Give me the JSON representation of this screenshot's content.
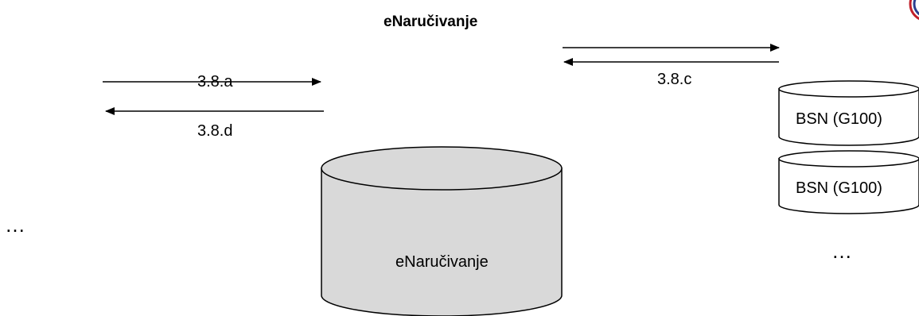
{
  "title": "eNaručivanje",
  "arrows": {
    "a": "3.8.a",
    "d": "3.8.d",
    "c": "3.8.c"
  },
  "database": {
    "label": "eNaručivanje",
    "fill": "#d9d9d9"
  },
  "external_systems": [
    {
      "label": "BSN (G100)"
    },
    {
      "label": "BSN (G100)"
    }
  ],
  "ellipsis_left": "…",
  "ellipsis_right": "…",
  "colors": {
    "line": "#000000",
    "logo_ring_red": "#c0202a",
    "logo_ring_blue": "#2b3f8f"
  }
}
